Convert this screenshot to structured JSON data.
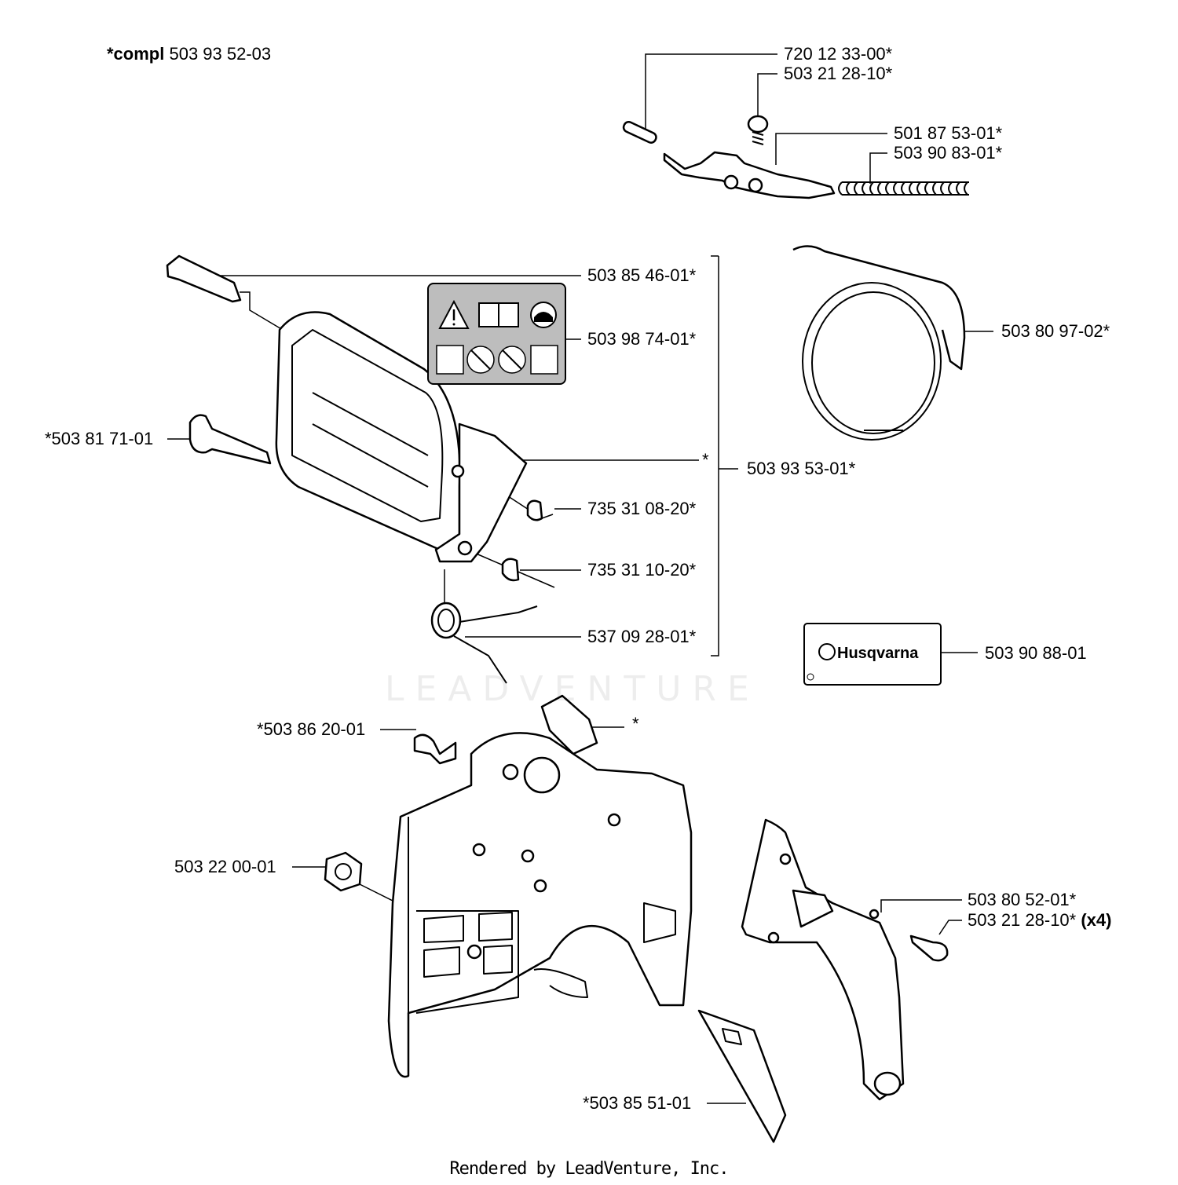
{
  "header": {
    "prefix": "*compl",
    "number": "503 93 52-03"
  },
  "parts": [
    {
      "id": "p1",
      "text": "720 12 33-00*"
    },
    {
      "id": "p2",
      "text": "503 21 28-10*"
    },
    {
      "id": "p3",
      "text": "501 87 53-01*"
    },
    {
      "id": "p4",
      "text": "503 90 83-01*"
    },
    {
      "id": "p5",
      "text": "503 85 46-01*"
    },
    {
      "id": "p6",
      "text": "503 98 74-01*"
    },
    {
      "id": "p7",
      "text": "503 80 97-02*"
    },
    {
      "id": "p8",
      "text": "*503 81 71-01"
    },
    {
      "id": "p9",
      "text": "*"
    },
    {
      "id": "p10",
      "text": "503 93 53-01*"
    },
    {
      "id": "p11",
      "text": "735 31 08-20*"
    },
    {
      "id": "p12",
      "text": "735 31 10-20*"
    },
    {
      "id": "p13",
      "text": "537 09 28-01*"
    },
    {
      "id": "p14",
      "text": "503 90 88-01"
    },
    {
      "id": "p15",
      "text": "*503 86 20-01"
    },
    {
      "id": "p16",
      "text": "*"
    },
    {
      "id": "p17",
      "text": "503 22 00-01"
    },
    {
      "id": "p18",
      "text": "503 80 52-01*"
    },
    {
      "id": "p19",
      "text": "503 21 28-10*"
    },
    {
      "id": "p20",
      "text": "*503 85 51-01"
    }
  ],
  "qty_note": "(x4)",
  "decal_brand": "Husqvarna",
  "watermark": "LEADVENTURE",
  "footer": "Rendered by LeadVenture, Inc."
}
